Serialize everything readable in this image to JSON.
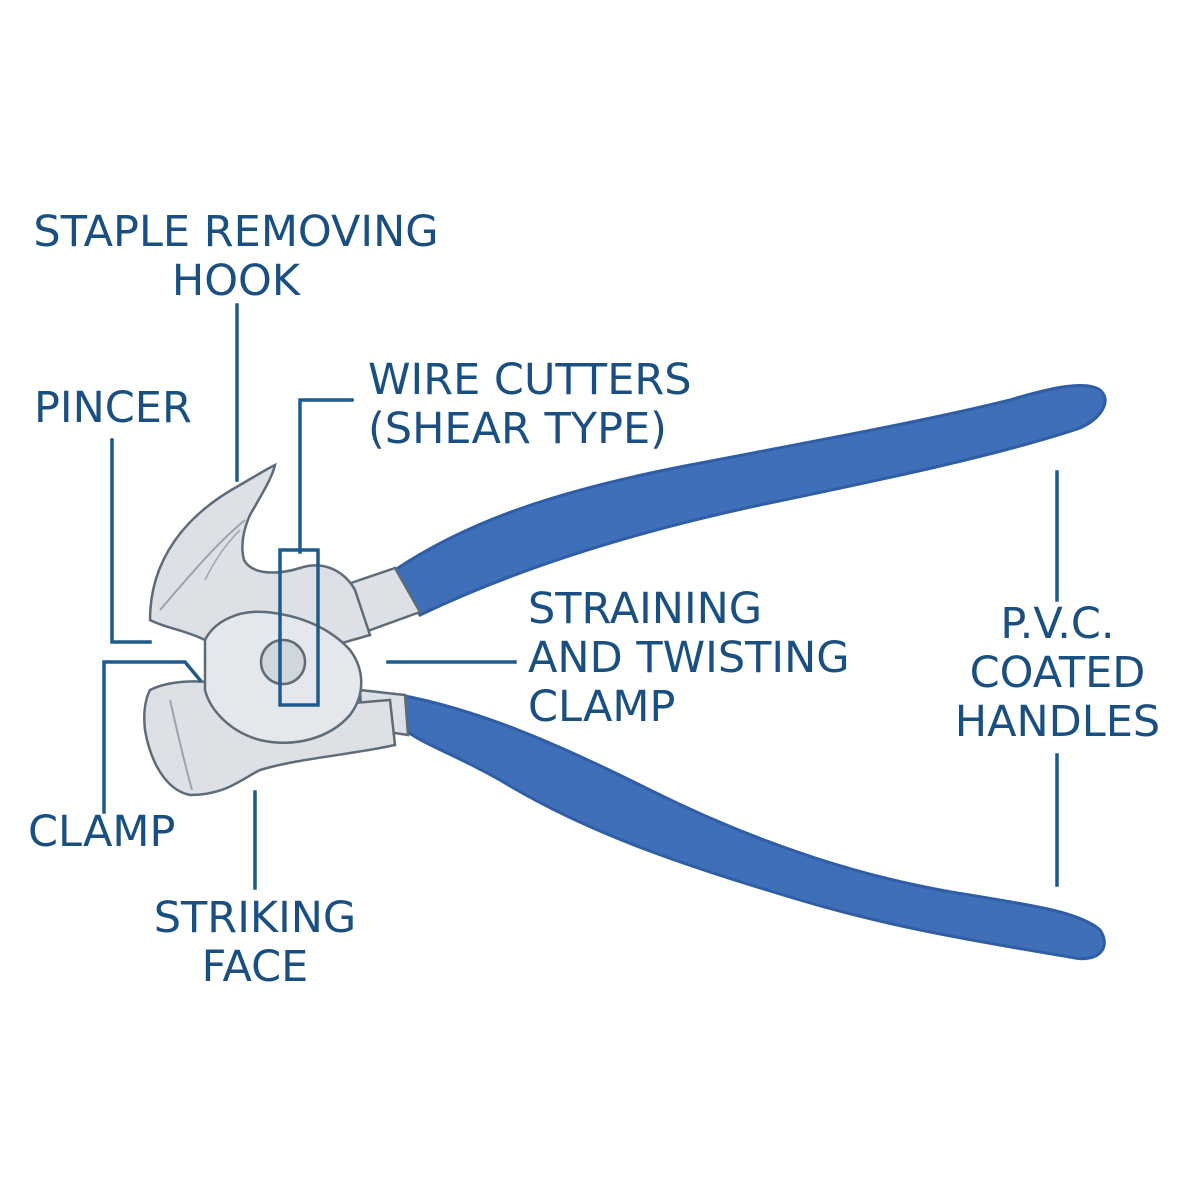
{
  "colors": {
    "label_text": "#1a4f82",
    "leader_line": "#1f5a8c",
    "handle_fill": "#3f6fb8",
    "handle_outline": "#2f5ea6",
    "metal_fill": "#dde1e6",
    "metal_outline": "#5e6b78",
    "background": "#ffffff"
  },
  "labels": {
    "staple_hook": {
      "line1": "STAPLE REMOVING",
      "line2": "HOOK"
    },
    "pincer": {
      "line1": "PINCER"
    },
    "wire_cutters": {
      "line1": "WIRE CUTTERS",
      "line2": "(SHEAR TYPE)"
    },
    "straining_clamp": {
      "line1": "STRAINING",
      "line2": "AND TWISTING",
      "line3": "CLAMP"
    },
    "pvc_handles": {
      "line1": "P.V.C.",
      "line2": "COATED",
      "line3": "HANDLES"
    },
    "clamp": {
      "line1": "CLAMP"
    },
    "striking_face": {
      "line1": "STRIKING",
      "line2": "FACE"
    }
  }
}
